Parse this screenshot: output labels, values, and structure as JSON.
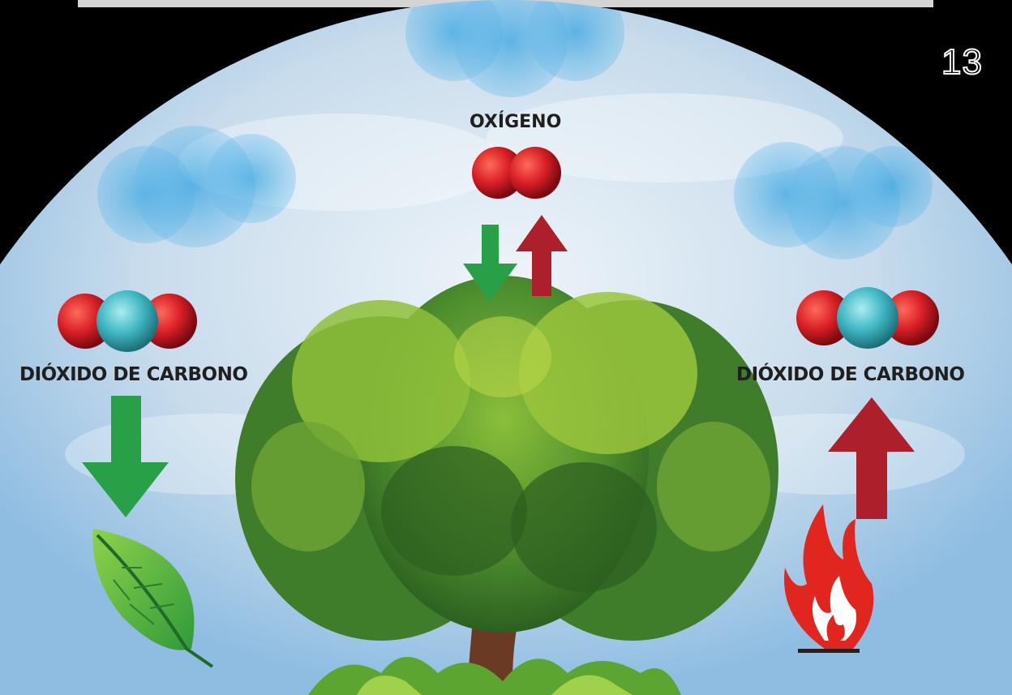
{
  "page_number": "13",
  "labels": {
    "oxygen": "OXÍGENO",
    "co2_left": "DIÓXIDO DE CARBONO",
    "co2_right": "DIÓXIDO DE CARBONO"
  },
  "colors": {
    "oxygen_atom": "#d81f26",
    "carbon_atom": "#3fb6c2",
    "arrow_green": "#27a048",
    "arrow_red": "#ad1f2b",
    "sky": "#bcd7ec"
  }
}
